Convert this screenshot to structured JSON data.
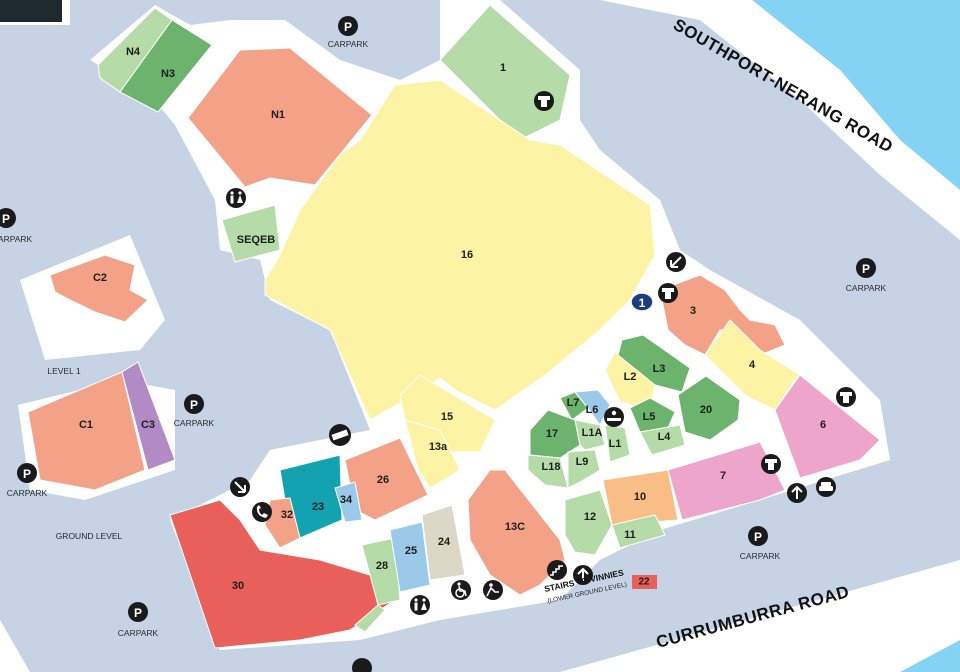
{
  "roads": {
    "southport": "SOUTHPORT-NERANG ROAD",
    "currumburra": "CURRUMBURRA ROAD"
  },
  "carpark_label": "CARPARK",
  "parking_glyph": "P",
  "levels": {
    "level1": "LEVEL 1",
    "ground": "GROUND LEVEL"
  },
  "stairs": {
    "line1": "STAIRS TO VINNIES",
    "line2": "(LOWER GROUND LEVEL)"
  },
  "info_marker": "1",
  "lots": {
    "n4": "N4",
    "n3": "N3",
    "n1": "N1",
    "seqeb": "SEQEB",
    "l1_top": "1",
    "l16": "16",
    "l3": "3",
    "l4": "4",
    "l6": "6",
    "c2": "C2",
    "c1": "C1",
    "c3": "C3",
    "l2": "L2",
    "ll3": "L3",
    "l7": "L7",
    "ll6": "L6",
    "l5": "L5",
    "l20": "20",
    "l17": "17",
    "l1a": "L1A",
    "ll1": "L1",
    "ll4": "L4",
    "l18": "L18",
    "l9": "L9",
    "l15": "15",
    "l13a": "13a",
    "l26": "26",
    "l23": "23",
    "l34": "34",
    "l32": "32",
    "l7b": "7",
    "l10": "10",
    "l12": "12",
    "l11": "11",
    "l13c": "13C",
    "l30": "30",
    "l28": "28",
    "l25": "25",
    "l24": "24",
    "l22": "22"
  },
  "icons": [
    "restroom-icon",
    "wheelchair-icon",
    "baby-change-icon",
    "atm-icon",
    "phone-icon",
    "no-entry-icon",
    "taxi-icon",
    "escalator-icon",
    "entrance-arrow-icon",
    "info-icon"
  ],
  "colors": {
    "water": "#84d3f5",
    "ground": "#c6d3e4",
    "building_floor": "#ffffff",
    "salmon": "#f4a287",
    "red": "#e9605b",
    "green_light": "#b5dba8",
    "green_dark": "#6cb46d",
    "yellow": "#fdf3a4",
    "pink": "#eea5cc",
    "purple": "#b18ac6",
    "teal": "#13a3b0",
    "blue": "#9bc9ea",
    "orange": "#f8be85",
    "beige": "#dbd8c7",
    "navy": "#1c3d7f"
  }
}
